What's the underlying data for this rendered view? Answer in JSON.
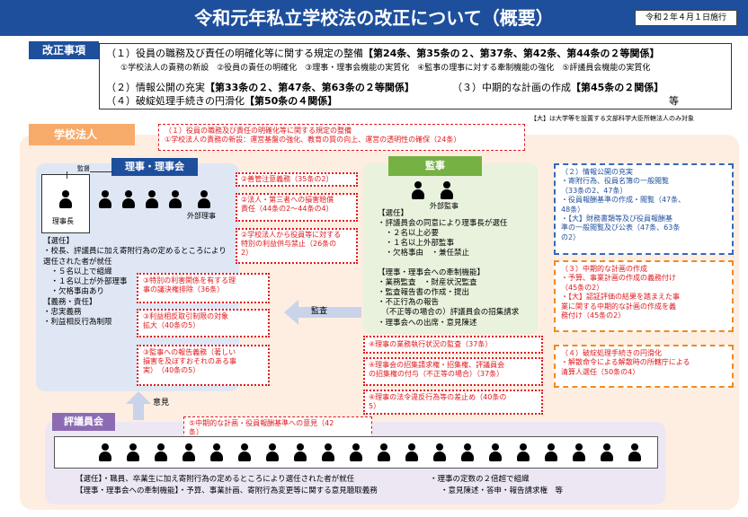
{
  "header": {
    "title": "令和元年私立学校法の改正について（概要）",
    "date": "令和２年４月１日施行"
  },
  "kaisei": {
    "label": "改正事項",
    "line1_a": "（１）役員の職務及び責任の明確化等に関する規定の整備",
    "line1_b": "【第24条、第35条の２、第37条、第42条、第44条の２等関係】",
    "line2": "①学校法人の責務の新設　②役員の責任の明確化　③理事・理事会機能の実質化　④監事の理事に対する牽制機能の強化　⑤評議員会機能の実質化",
    "line3_a": "（２）情報公開の充実",
    "line3_b": "【第33条の２、第47条、第63条の２等関係】",
    "line3_c": "（３）中期的な計画の作成",
    "line3_d": "【第45条の２関係】",
    "line4_a": "（４）破綻処理手続きの円滑化",
    "line4_b": "【第50条の４関係】",
    "line4_c": "等",
    "note": "【大】は大学等を設置する文部科学大臣所轄法人のみ対象"
  },
  "houjin": {
    "label": "学校法人",
    "top_box": "（１）役員の職務及び責任の明確化等に関する規定の整備\n①学校法人の責務の新設：運営基盤の強化、教育の質の向上、運営の透明性の確保（24条）"
  },
  "riji": {
    "label": "理事・理事会",
    "kantoku": "監督",
    "rijicho": "理事長",
    "gaibu": "外部理事",
    "text": "【選任】\n・校長、評議員に加え寄附行為の定めるところにより\n選任された者が就任\n　・５名以上で組織\n　・１名以上が外部理事\n　・欠格事由あり\n【義務・責任】\n・忠実義務\n・利益相反行為制限"
  },
  "center": {
    "b1": "②善管注意義務（35条の2）",
    "b2": "②法人・第三者への損害賠償\n責任（44条の2～44条の4）",
    "b3": "②学校法人から役員等に対する\n特別の利益供与禁止（26条の\n2）",
    "b4": "③特別の利害関係を有する理\n事の議決権排除（36条）",
    "b5": "③利益相反取引制限の対象\n拡大（40条の5）",
    "b6": "③監事への報告義務（著しい\n損害を及ぼすおそれのある事\n実）　（40条の5）",
    "kansa": "監査"
  },
  "kanji": {
    "label": "監事",
    "gaibu": "外部監事",
    "text": "【選任】\n・評議員会の同意により理事長が選任\n　・２名以上必要\n　・１名以上外部監事\n　・欠格事由　・兼任禁止\n\n【理事・理事会への牽制機能】\n・業務監査　・財産状況監査\n・監査報告書の作成・提出\n・不正行為の報告\n　（不正等の場合の）評議員会の招集請求\n・理事会への出席・意見陳述",
    "b1": "④理事の業務執行状況の監査（37条）",
    "b2": "④理事会の招集請求権・招集権、評議員会\nの招集権の付与（不正等の場合）（37条）",
    "b3": "④理事の法令違反行為等の差止め（40条の\n5）"
  },
  "right": {
    "r1": "（２）情報公開の充実\n・寄附行為、役員名簿の一般閲覧\n（33条の2、47条）\n・役員報酬基準の作成・閲覧（47条、\n48条）\n・【大】財務書類等及び役員報酬基\n準の一般閲覧及び公表（47条、63条\nの2）",
    "r2": "（３）中期的な計画の作成\n・予算、事業計画の作成の義務付け\n（45条の2）\n・【大】認証評価の結果を踏まえた事\n業に関する中期的な計画の作成を義\n務付け（45条の2）",
    "r3": "（４）破綻処理手続きの円滑化\n・解散命令による解散時の所轄庁による\n清算人選任（50条の4）"
  },
  "hyogi": {
    "label": "評議員会",
    "iken": "意見",
    "box": "⑤中期的な計画・役員報酬基準への意見（42\n条）",
    "l1": "【選任】・職員、卒業生に加え寄附行為の定めるところにより選任された者が就任",
    "l1b": "・理事の定数の２倍超で組織",
    "l2": "【理事・理事会への牽制機能】・予算、事業計画、寄附行為変更等に関する意見聴取義務",
    "l2b": "・意見陳述・答申・報告請求権　等"
  }
}
